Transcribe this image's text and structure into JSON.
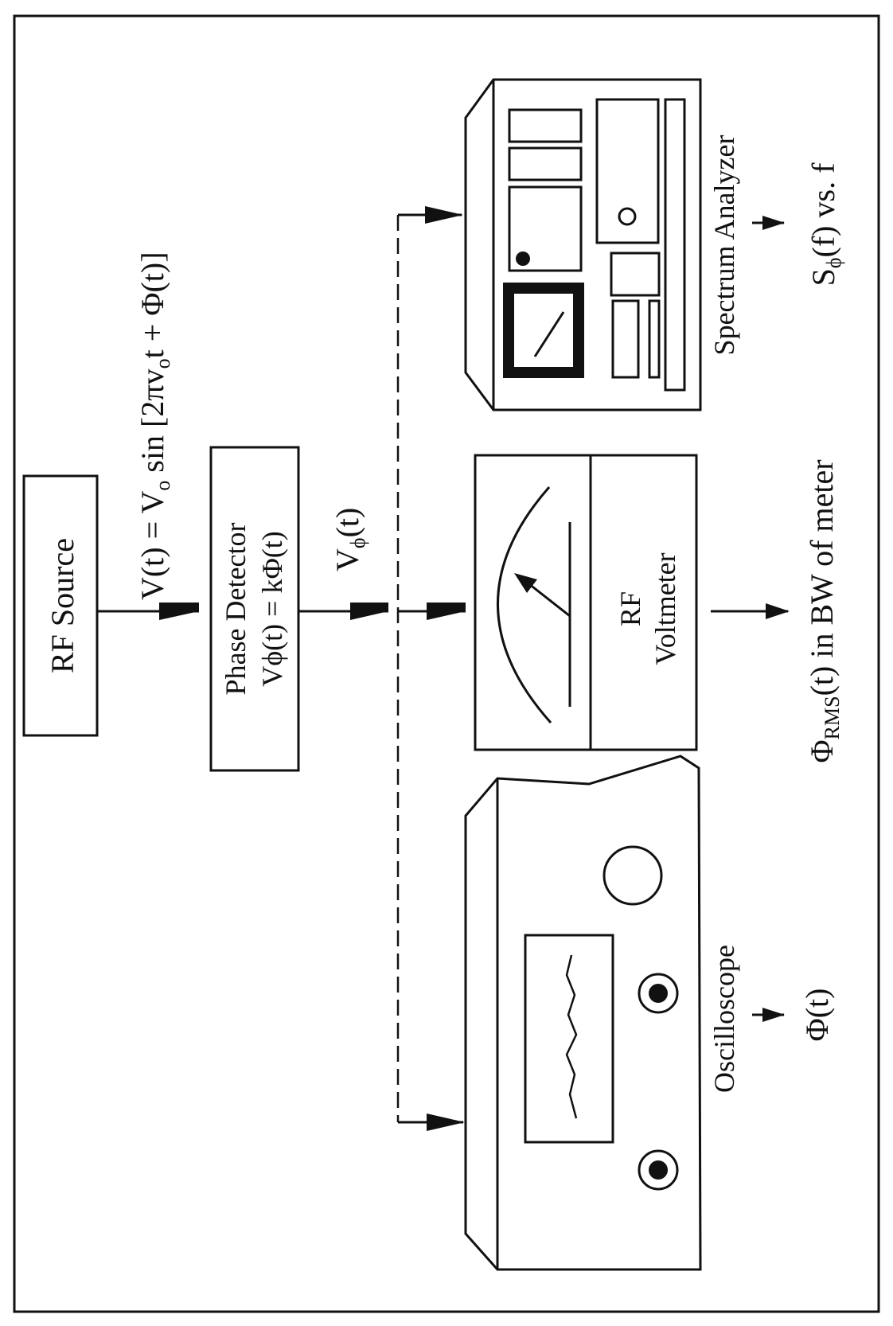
{
  "blocks": {
    "rf_source": "RF Source",
    "phase_detector_title": "Phase Detector",
    "phase_detector_eq": "Vϕ(t) = kΦ(t)",
    "rf_voltmeter_line1": "RF",
    "rf_voltmeter_line2": "Voltmeter",
    "oscilloscope": "Oscilloscope",
    "spectrum_analyzer": "Spectrum Analyzer"
  },
  "signals": {
    "input": {
      "v_t": "V(t) = V",
      "o_sub": "o",
      "sin": " sin [2πv",
      "o_sub2": "o",
      "tail": "t + Φ(t)]"
    },
    "detector_out_main": "V",
    "detector_out_sub": "ϕ",
    "detector_out_tail": "(t)"
  },
  "outputs": {
    "oscilloscope": "Φ(t)",
    "voltmeter_main": "Φ",
    "voltmeter_sub": "RMS",
    "voltmeter_tail": "(t) in BW of meter",
    "spectrum_main": "S",
    "spectrum_sub": "ϕ",
    "spectrum_tail": "(f) vs. f"
  }
}
